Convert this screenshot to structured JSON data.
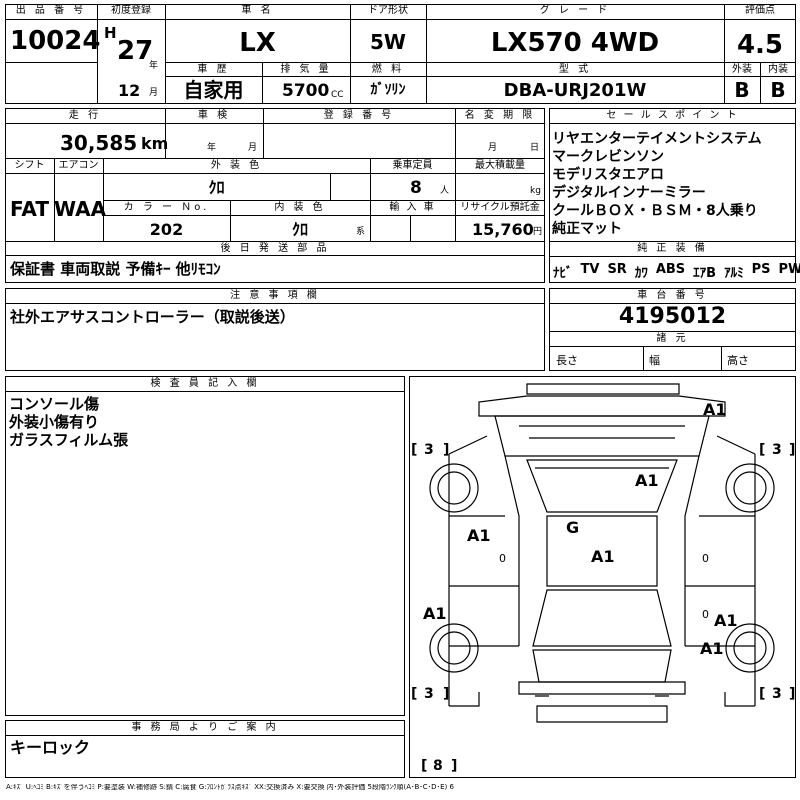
{
  "header": {
    "lot_label": "出 品 番 号",
    "lot_number": "10024",
    "first_reg_label": "初度登録",
    "era_letter": "H",
    "year": "27",
    "year_unit": "年",
    "month": "12",
    "month_unit": "月",
    "car_name_label": "車 名",
    "car_name": "LX",
    "door_label": "ドア形状",
    "door": "5W",
    "grade_label": "グ レ ー ド",
    "grade": "LX570 4WD",
    "score_label": "評価点",
    "score": "4.5",
    "history_label": "車 歴",
    "history": "自家用",
    "displacement_label": "排 気 量",
    "displacement": "5700",
    "displacement_unit": "CC",
    "fuel_label": "燃 料",
    "fuel": "ｶﾞｿﾘﾝ",
    "model_label": "型 式",
    "model": "DBA-URJ201W",
    "exterior_label": "外装",
    "exterior": "B",
    "interior_label": "内装",
    "interior": "B"
  },
  "row2": {
    "mileage_label": "走 行",
    "mileage": "30,585",
    "mileage_unit": "km",
    "inspection_label": "車 検",
    "inspection_year_unit": "年",
    "inspection_month_unit": "月",
    "reg_no_label": "登 録 番 号",
    "name_change_label": "名 変 期 限",
    "name_change_month_unit": "月",
    "name_change_day_unit": "日",
    "shift_label": "シフト",
    "shift": "FAT",
    "aircon_label": "エアコン",
    "aircon": "WAA",
    "ext_color_label": "外 装 色",
    "ext_color": "ｸﾛ",
    "capacity_label": "乗車定員",
    "capacity": "8",
    "capacity_unit": "人",
    "max_load_label": "最大積載量",
    "max_load_unit": "kg",
    "color_no_label": "カ ラ ー Ｎo.",
    "color_no": "202",
    "int_color_label": "内 装 色",
    "int_color": "ｸﾛ",
    "int_color_unit": "系",
    "import_label": "輸 入 車",
    "recycle_label": "リサイクル預託金",
    "recycle": "15,760",
    "recycle_unit": "円"
  },
  "sales_points": {
    "label": "セ ー ル ス ポ イ ン ト",
    "items": [
      "リヤエンターテイメントシステム",
      "マークレビンソン",
      "モデリスタエアロ",
      "デジタルインナーミラー",
      "クールＢＯＸ・ＢＳＭ・8人乗り",
      "純正マット"
    ]
  },
  "documents": {
    "label": "後 日 発 送 部 品",
    "value": "保証書 車両取説 予備ｷｰ 他ﾘﾓｺﾝ"
  },
  "equipment": {
    "label": "純 正 装 備",
    "items": [
      "ﾅﾋﾞ",
      "TV",
      "SR",
      "ｶﾜ",
      "ABS",
      "ｴｱB",
      "ｱﾙﾐ",
      "PS",
      "PW"
    ]
  },
  "notes": {
    "label": "注 意 事 項 欄",
    "value": "社外エアサスコントローラー（取説後送）"
  },
  "chassis": {
    "label": "車 台 番 号",
    "number": "4195012",
    "specs_label": "諸 元",
    "length_label": "長さ",
    "width_label": "幅",
    "height_label": "高さ"
  },
  "inspector": {
    "label": "検 査 員 記 入 欄",
    "items": [
      "コンソール傷",
      "外装小傷有り",
      "ガラスフィルム張"
    ]
  },
  "office": {
    "label": "事 務 局 よ り ご 案 内",
    "value": "キーロック"
  },
  "diagram": {
    "marks": {
      "a1_hood_front": "A1",
      "a1_roof": "A1",
      "g_windshield": "G",
      "a1_center": "A1",
      "a1_left_door": "A1",
      "a1_left_lower": "A1",
      "a1_right_door": "A1",
      "a1_right_lower": "A1",
      "zero_left": "0",
      "zero_right": "0",
      "zero_rear": "0"
    },
    "tires": {
      "front_left": "3",
      "front_right": "3",
      "rear_left": "3",
      "rear_right": "3",
      "spare": "8"
    }
  },
  "legend": "A:ｷｽﾞ U:ﾍｺﾐ B:ｷｽﾞを伴うﾍｺﾐ P:要塗装 W:補修跡 S:錆 C:腐食 G:ﾌﾛﾝﾄｶﾞﾗｽ点ｷｽﾞ XX:交換済み X:要交換 内･外装評価 5段階ﾗﾝｸ順(A･B･C･D･E) 6"
}
